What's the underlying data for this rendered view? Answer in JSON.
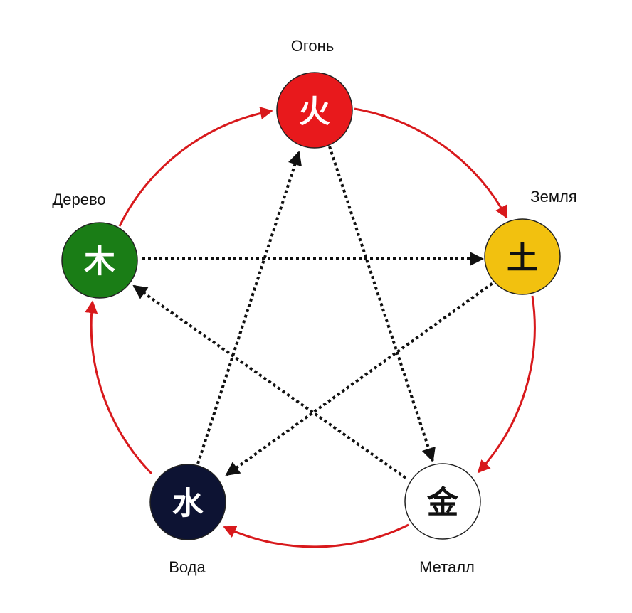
{
  "elements": {
    "fire": {
      "label": "Огонь",
      "glyph": "火",
      "fill": "#e8191c",
      "glyph_color": "#ffffff"
    },
    "earth": {
      "label": "Земля",
      "glyph": "土",
      "fill": "#f2c10f",
      "glyph_color": "#111111"
    },
    "metal": {
      "label": "Металл",
      "glyph": "金",
      "fill": "#ffffff",
      "glyph_color": "#111111"
    },
    "water": {
      "label": "Вода",
      "glyph": "水",
      "fill": "#0d1333",
      "glyph_color": "#ffffff"
    },
    "wood": {
      "label": "Дерево",
      "glyph": "木",
      "fill": "#1a7d16",
      "glyph_color": "#ffffff"
    }
  },
  "generating_cycle": {
    "color": "#d8191c",
    "order": [
      "wood",
      "fire",
      "earth",
      "metal",
      "water"
    ]
  },
  "controlling_cycle": {
    "color": "#111111",
    "pairs": [
      [
        "fire",
        "metal"
      ],
      [
        "metal",
        "wood"
      ],
      [
        "wood",
        "earth"
      ],
      [
        "earth",
        "water"
      ],
      [
        "water",
        "fire"
      ]
    ]
  }
}
